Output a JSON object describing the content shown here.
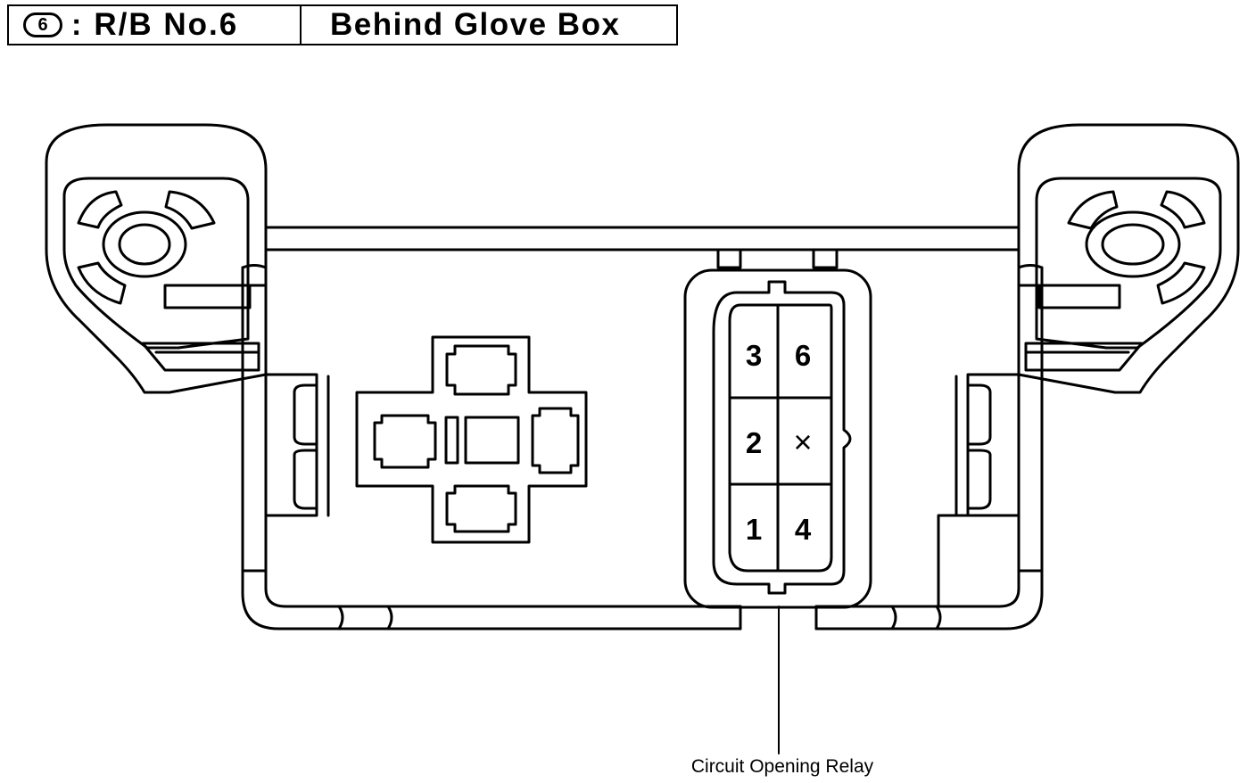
{
  "header": {
    "badge": "6",
    "separator": ":",
    "title": "R/B No.6",
    "location": "Behind Glove Box"
  },
  "relay": {
    "terminals": [
      "3",
      "6",
      "2",
      "×",
      "1",
      "4"
    ]
  },
  "callout": {
    "label": "Circuit Opening Relay"
  }
}
